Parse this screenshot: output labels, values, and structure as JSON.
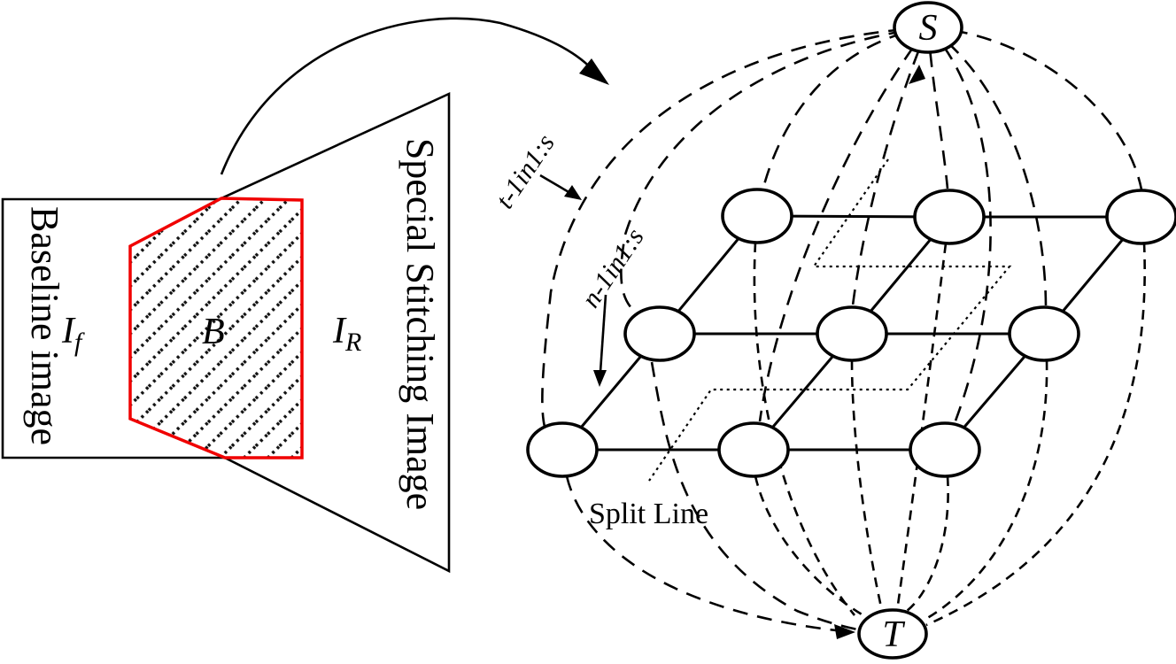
{
  "figure": {
    "left_panel": {
      "baseline_label": "Baseline image",
      "baseline_symbol": "I",
      "baseline_symbol_sub": "f",
      "overlap_symbol": "B",
      "stitching_label": "Special Stitching Image",
      "stitching_symbol": "I",
      "stitching_symbol_sub": "R",
      "overlap_outline_color": "#f00000",
      "line_color": "#000000"
    },
    "graph_panel": {
      "source_label": "S",
      "sink_label": "T",
      "tlink_annotation": "t-1in1:s",
      "nlink_annotation": "n-1in1:s",
      "split_line_label": "Split Line",
      "grid_rows": 3,
      "grid_cols": 3,
      "node_fill": "#ffffff",
      "edge_color": "#000000",
      "edges": {
        "solid": "lattice neighbor links between grid nodes",
        "long_dash": "links from source S to every grid node",
        "short_dash": "links from every grid node to sink T",
        "fine_dots": "split line zigzag cutting through the lattice"
      }
    }
  }
}
